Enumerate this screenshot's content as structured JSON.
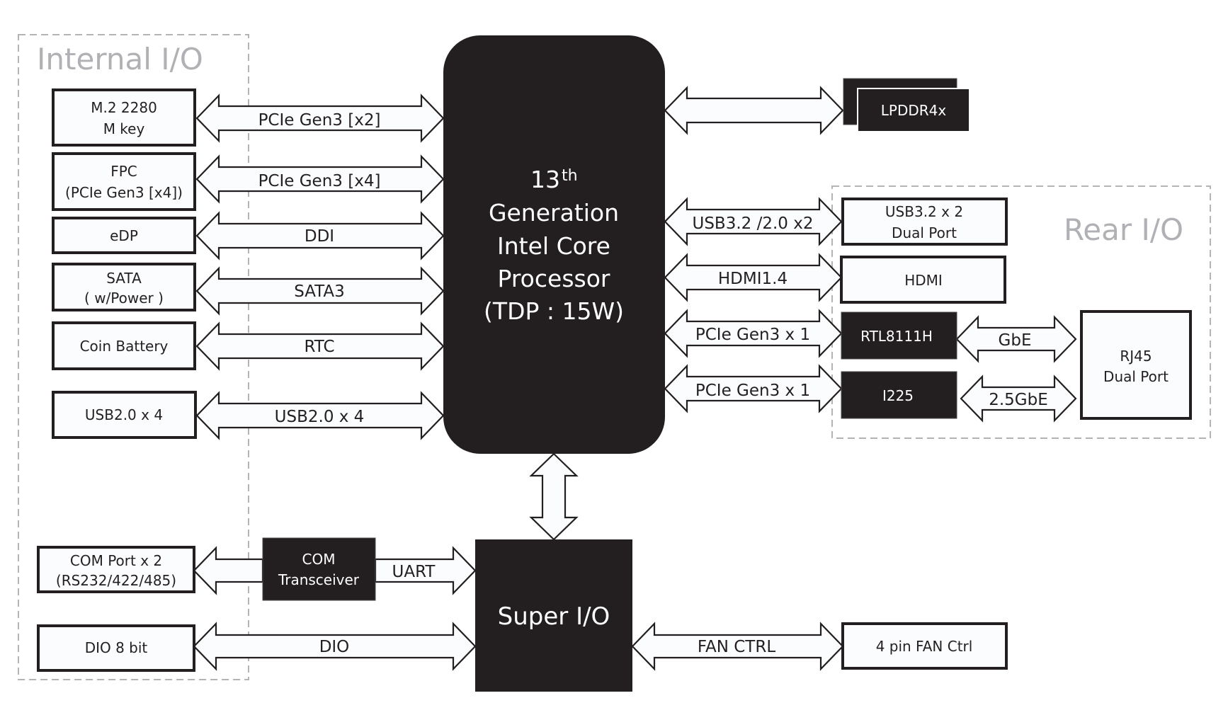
{
  "groups": {
    "internal": {
      "title": "Internal I/O"
    },
    "rear": {
      "title": "Rear I/O"
    }
  },
  "cpu": {
    "gen_number": "13",
    "gen_suffix": "th",
    "lines": [
      "Generation",
      "Intel Core",
      "Processor",
      "(TDP : 15W)"
    ]
  },
  "super_io": {
    "label": "Super I/O"
  },
  "memory": {
    "label": "LPDDR4x"
  },
  "internal_devices": [
    {
      "id": "m2",
      "lines": [
        "M.2 2280",
        "M key"
      ],
      "bus": "PCIe Gen3 [x2]"
    },
    {
      "id": "fpc",
      "lines": [
        "FPC",
        "(PCIe Gen3 [x4])"
      ],
      "bus": "PCIe Gen3 [x4]"
    },
    {
      "id": "edp",
      "lines": [
        "eDP"
      ],
      "bus": "DDI"
    },
    {
      "id": "sata",
      "lines": [
        "SATA",
        "( w/Power )"
      ],
      "bus": "SATA3"
    },
    {
      "id": "coin-battery",
      "lines": [
        "Coin Battery"
      ],
      "bus": "RTC"
    },
    {
      "id": "usb2",
      "lines": [
        "USB2.0 x 4"
      ],
      "bus": "USB2.0 x 4"
    }
  ],
  "rear_devices": [
    {
      "id": "usb32",
      "lines": [
        "USB3.2  x 2",
        "Dual Port"
      ],
      "bus": "USB3.2 /2.0 x2"
    },
    {
      "id": "hdmi",
      "lines": [
        "HDMI"
      ],
      "bus": "HDMI1.4"
    },
    {
      "id": "rtl8111h",
      "lines": [
        "RTL8111H"
      ],
      "bus": "PCIe Gen3 x 1",
      "link": "GbE"
    },
    {
      "id": "i225",
      "lines": [
        "I225"
      ],
      "bus": "PCIe Gen3 x 1",
      "link": "2.5GbE"
    }
  ],
  "rj45": {
    "lines": [
      "RJ45",
      "Dual Port"
    ]
  },
  "superio_devices": {
    "com_port": {
      "lines": [
        "COM Port x 2",
        "(RS232/422/485)"
      ]
    },
    "com_transceiver": {
      "lines": [
        "COM",
        "Transceiver"
      ],
      "bus": "UART"
    },
    "dio": {
      "lines": [
        "DIO 8 bit"
      ],
      "bus": "DIO"
    },
    "fan": {
      "lines": [
        "4 pin FAN Ctrl"
      ],
      "bus": "FAN CTRL"
    }
  },
  "colors": {
    "block_dark": "#231f20",
    "box_fill": "#fbfcfe",
    "group_border": "#b4b4b6",
    "group_title": "#b0b1b4"
  }
}
